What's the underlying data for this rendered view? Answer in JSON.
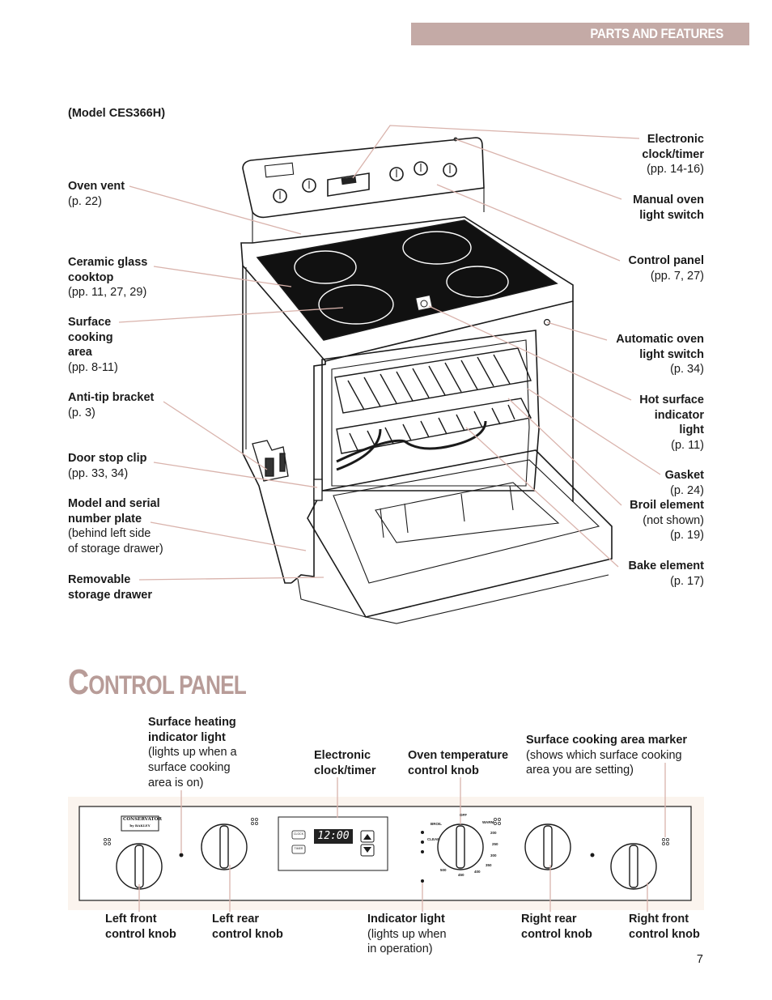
{
  "header": {
    "title": "PARTS AND FEATURES"
  },
  "model": "(Model CES366H)",
  "left_labels": [
    {
      "title": "Oven vent",
      "lines": [
        "(p. 22)"
      ]
    },
    {
      "title": "Ceramic glass cooktop",
      "lines": [
        "(pp. 11, 27, 29)"
      ]
    },
    {
      "title": "Surface cooking area",
      "lines": [
        "(pp. 8-11)"
      ]
    },
    {
      "title": "Anti-tip bracket",
      "lines": [
        "(p. 3)"
      ]
    },
    {
      "title": "Door stop clip",
      "lines": [
        "(pp. 33, 34)"
      ]
    },
    {
      "title": "Model and serial number plate",
      "lines": [
        "(behind left side",
        "of storage drawer)"
      ]
    },
    {
      "title": "Removable storage drawer",
      "lines": []
    }
  ],
  "right_labels": [
    {
      "title": "Electronic clock/timer",
      "lines": [
        "(pp. 14-16)"
      ]
    },
    {
      "title": "Manual oven light switch",
      "lines": []
    },
    {
      "title": "Control panel",
      "lines": [
        "(pp. 7, 27)"
      ]
    },
    {
      "title": "Automatic oven light switch",
      "lines": [
        "(p. 34)"
      ]
    },
    {
      "title": "Hot surface indicator light",
      "lines": [
        "(p. 11)"
      ]
    },
    {
      "title": "Gasket",
      "lines": [
        "(p. 24)"
      ]
    },
    {
      "title": "Broil element",
      "lines": [
        "(not shown)",
        "(p. 19)"
      ]
    },
    {
      "title": "Bake element",
      "lines": [
        "(p. 17)"
      ]
    }
  ],
  "section_title": {
    "cap": "C",
    "rest": "ONTROL PANEL"
  },
  "panel_labels": {
    "surface_heating": {
      "title": "Surface heating indicator light",
      "lines": [
        "(lights up when a",
        "surface cooking",
        "area is on)"
      ]
    },
    "electronic_clock": {
      "title": "Electronic clock/timer"
    },
    "oven_temp": {
      "title": "Oven temperature control knob"
    },
    "surface_marker": {
      "title": "Surface cooking area marker",
      "lines": [
        "(shows which surface cooking",
        "area you are setting)"
      ]
    },
    "left_front": {
      "title": "Left front control knob"
    },
    "left_rear": {
      "title": "Left rear control knob"
    },
    "indicator_light": {
      "title": "Indicator light",
      "lines": [
        "(lights up when",
        "in operation)"
      ]
    },
    "right_rear": {
      "title": "Right rear control knob"
    },
    "right_front": {
      "title": "Right front control knob"
    }
  },
  "panel_display": {
    "brand": "CONSERVATOR",
    "brand_sub": "by BAKLEY",
    "clock": "12:00",
    "clock_btn": "CLOCK",
    "timer_btn": "TIMER",
    "temps": [
      "OFF",
      "WARM",
      "200",
      "250",
      "300",
      "350",
      "400",
      "450",
      "500",
      "BROIL",
      "CLEAN"
    ]
  },
  "page_number": "7",
  "colors": {
    "header_bg": "#c4aaa6",
    "leader": "#d9b3ac",
    "panel_bg": "#fbf4ee",
    "cooktop": "#111111"
  }
}
